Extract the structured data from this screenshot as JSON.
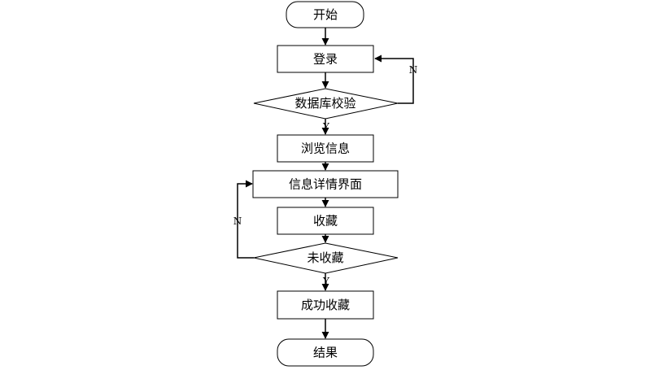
{
  "flowchart": {
    "nodes": {
      "start": "开始",
      "login": "登录",
      "db_check": "数据库校验",
      "browse": "浏览信息",
      "detail": "信息详情界面",
      "favorite": "收藏",
      "not_favorited": "未收藏",
      "success": "成功收藏",
      "end": "结果"
    },
    "branches": {
      "db_no": "N",
      "db_yes": "Y",
      "fav_no": "N",
      "fav_yes": "Y"
    },
    "colors": {
      "line": "#000000",
      "fill": "#ffffff",
      "text": "#000000"
    }
  }
}
